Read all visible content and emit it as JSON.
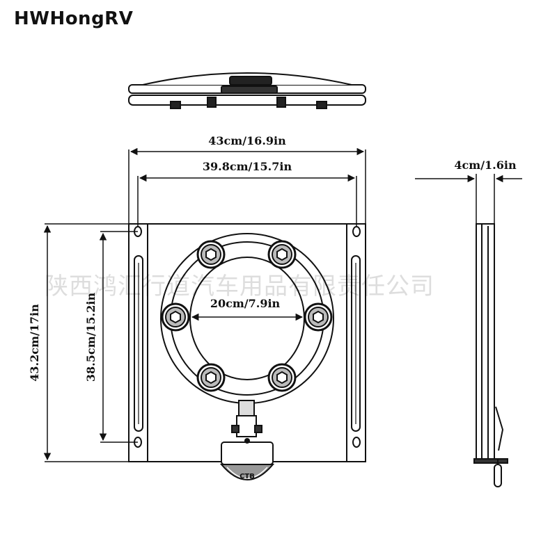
{
  "brand": {
    "name": "HWHongRV"
  },
  "watermark": {
    "text": "陕西鸿汇行道汽车用品有限责任公司"
  },
  "dimensions": {
    "overall_width": "43cm/16.9in",
    "hole_spacing_width": "39.8cm/15.7in",
    "overall_height": "43.2cm/17in",
    "hole_spacing_height": "38.5cm/15.2in",
    "center_hole_diameter": "20cm/7.9in",
    "thickness": "4cm/1.6in"
  },
  "handle": {
    "logo": "CTB"
  }
}
